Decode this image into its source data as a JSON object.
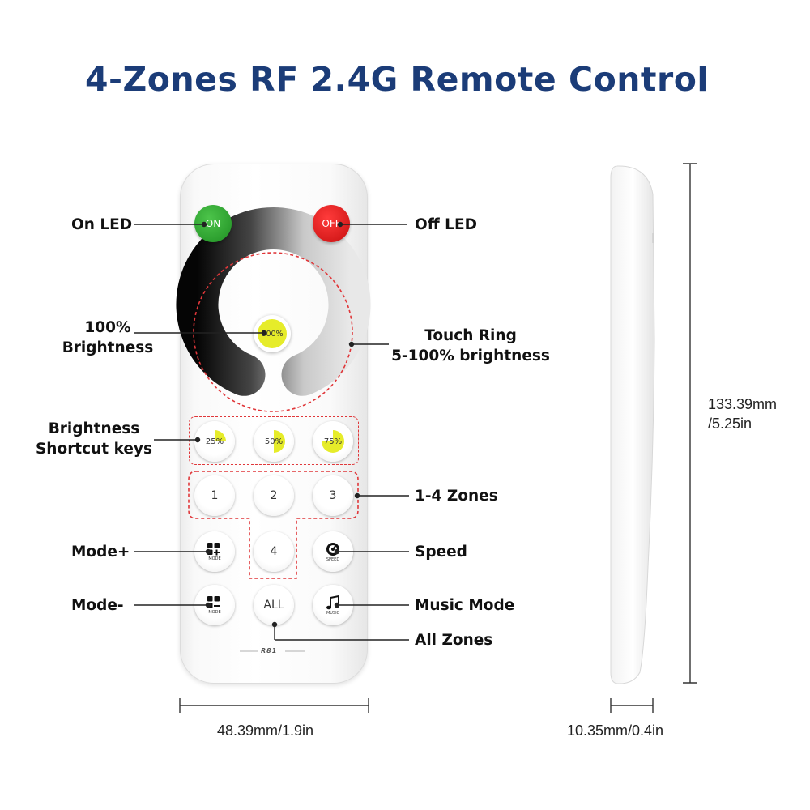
{
  "title": "4-Zones RF 2.4G Remote Control",
  "remote": {
    "on_button": "ON",
    "off_button": "OFF",
    "center_button": "100%",
    "brightness_keys": [
      {
        "label": "25%",
        "level": 0.25
      },
      {
        "label": "50%",
        "level": 0.5
      },
      {
        "label": "75%",
        "level": 0.75
      }
    ],
    "zone_keys": [
      "1",
      "2",
      "3",
      "4"
    ],
    "all_key": "ALL",
    "mode_plus_caption": "MODE",
    "mode_minus_caption": "MODE",
    "speed_caption": "SPEED",
    "music_caption": "MUSIC",
    "model_mark": "R81",
    "colors": {
      "on": "#2e9e2f",
      "off": "#e0161b",
      "highlight": "#e6ec2a",
      "dashed": "#e0373a"
    }
  },
  "callouts": {
    "on_led": "On LED",
    "off_led": "Off LED",
    "brightness_100_line1": "100%",
    "brightness_100_line2": "Brightness",
    "touch_ring_line1": "Touch Ring",
    "touch_ring_line2": "5-100% brightness",
    "shortcut_line1": "Brightness",
    "shortcut_line2": "Shortcut keys",
    "zones": "1-4 Zones",
    "mode_plus": "Mode+",
    "speed": "Speed",
    "mode_minus": "Mode-",
    "music_mode": "Music Mode",
    "all_zones": "All Zones"
  },
  "dimensions": {
    "width": "48.39mm/1.9in",
    "height_line1": "133.39mm",
    "height_line2": "/5.25in",
    "thickness": "10.35mm/0.4in"
  }
}
